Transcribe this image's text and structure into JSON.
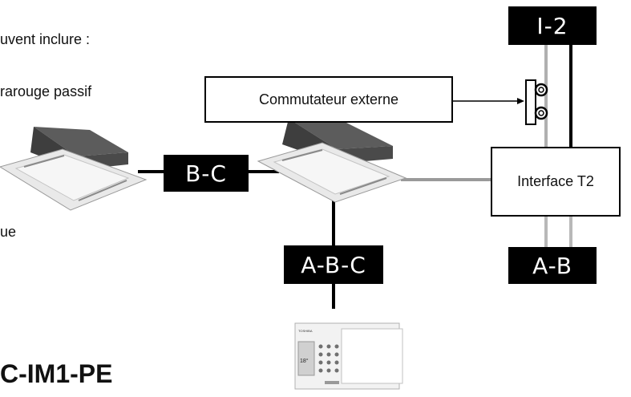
{
  "text_fragments": {
    "line1": "uvent inclure :",
    "line2": "rarouge passif",
    "line3": "ue"
  },
  "title_fragment": "C-IM1-PE",
  "tags": {
    "top_right": "I-2",
    "between_units": "B-C",
    "under_unit": "A-B-C",
    "bottom_right": "A-B"
  },
  "boxes": {
    "external_switch": "Commutateur externe",
    "interface": "Interface T2"
  },
  "remote": {
    "brand": "TOSHIBA",
    "display": "18°"
  },
  "colors": {
    "tag_bg": "#000000",
    "grey_wire": "#a8a8a8"
  }
}
